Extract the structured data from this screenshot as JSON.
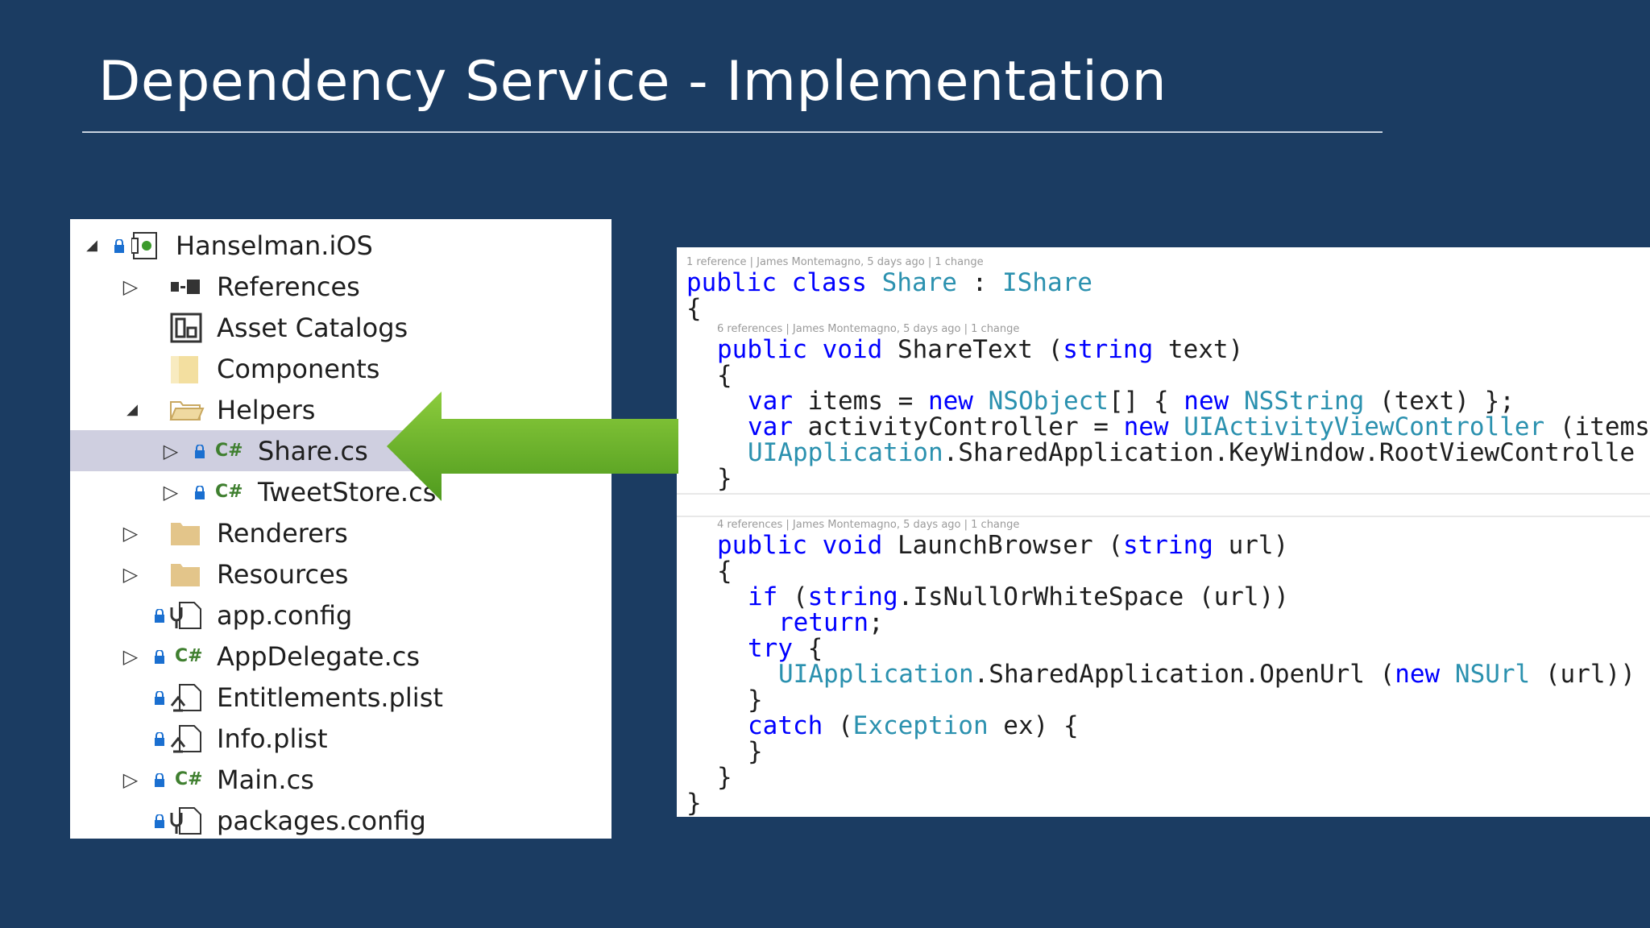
{
  "slide": {
    "title": "Dependency Service - Implementation"
  },
  "explorer": {
    "items": [
      {
        "label": "Hanselman.iOS",
        "icon": "project-icon"
      },
      {
        "label": "References",
        "icon": "references-icon"
      },
      {
        "label": "Asset Catalogs",
        "icon": "asset-catalog-icon"
      },
      {
        "label": "Components",
        "icon": "folder-icon"
      },
      {
        "label": "Helpers",
        "icon": "folder-open-icon"
      },
      {
        "label": "Share.cs",
        "icon": "csharp-file-icon",
        "selected": true
      },
      {
        "label": "TweetStore.cs",
        "icon": "csharp-file-icon"
      },
      {
        "label": "Renderers",
        "icon": "folder-icon"
      },
      {
        "label": "Resources",
        "icon": "folder-icon"
      },
      {
        "label": "app.config",
        "icon": "config-file-icon"
      },
      {
        "label": "AppDelegate.cs",
        "icon": "csharp-file-icon"
      },
      {
        "label": "Entitlements.plist",
        "icon": "plist-file-icon"
      },
      {
        "label": "Info.plist",
        "icon": "plist-file-icon"
      },
      {
        "label": "Main.cs",
        "icon": "csharp-file-icon"
      },
      {
        "label": "packages.config",
        "icon": "config-file-icon"
      }
    ],
    "cs_glyph": "C#"
  },
  "code": {
    "lens": [
      "1 reference | James Montemagno, 5 days ago | 1 change",
      "6 references | James Montemagno, 5 days ago | 1 change",
      "4 references | James Montemagno, 5 days ago | 1 change"
    ],
    "colors": {
      "keyword": "#0000ff",
      "type": "#2b91af",
      "text": "#1e1e1e"
    }
  }
}
